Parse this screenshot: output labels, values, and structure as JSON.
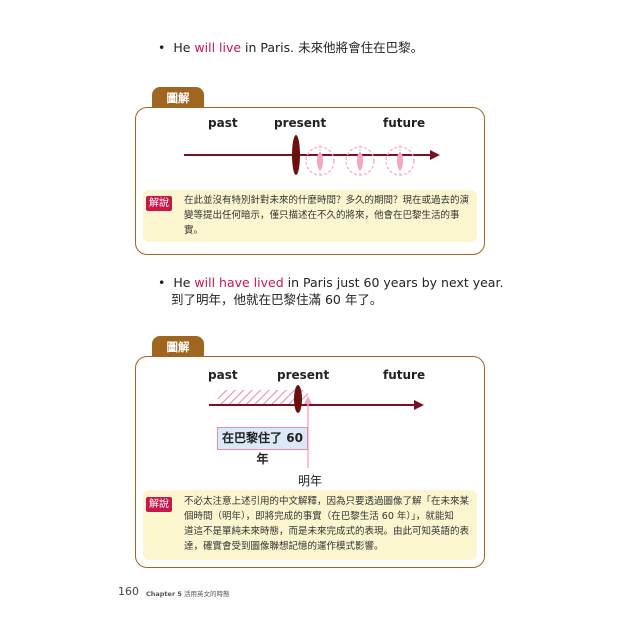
{
  "example1": {
    "bullet": "•",
    "pre": "He ",
    "highlight": "will live",
    "post": " in Paris. 未來他將會住在巴黎。"
  },
  "diagram1": {
    "tab": "圖解",
    "labels": {
      "past": "past",
      "present": "present",
      "future": "future"
    },
    "note_tag": "解說",
    "note_lines": [
      "在此並沒有特別針對未來的什麼時間？多久的期間？現在或過去的演",
      "變等提出任何暗示，僅只描述在不久的將來，他會在巴黎生活的事",
      "實。"
    ]
  },
  "example2": {
    "bullet": "•",
    "pre": "He ",
    "highlight": "will have lived",
    "post": " in Paris just 60 years by next year.",
    "translation": "到了明年，他就在巴黎住滿 60 年了。"
  },
  "diagram2": {
    "tab": "圖解",
    "labels": {
      "past": "past",
      "present": "present",
      "future": "future"
    },
    "box_label": "在巴黎住了 60 年",
    "marker_label": "明年",
    "note_tag": "解說",
    "note_lines": [
      "不必太注意上述引用的中文解釋，因為只要透過圖像了解「在未來某",
      "個時間（明年），即將完成的事實（在巴黎生活 60 年）」，就能知",
      "道這不是單純未來時態，而是未來完成式的表現。由此可知英語的表",
      "達，確實會受到圖像聯想記憶的運作模式影響。"
    ]
  },
  "footer": {
    "page_number": "160",
    "chapter": "Chapter 5",
    "chapter_title": "活用英文的時態"
  },
  "colors": {
    "brown": "#a0651f",
    "accent": "#c8174b",
    "note_bg": "#fbf6cf",
    "pink": "#f4a6c4",
    "box_bg": "#dbe9f7"
  }
}
